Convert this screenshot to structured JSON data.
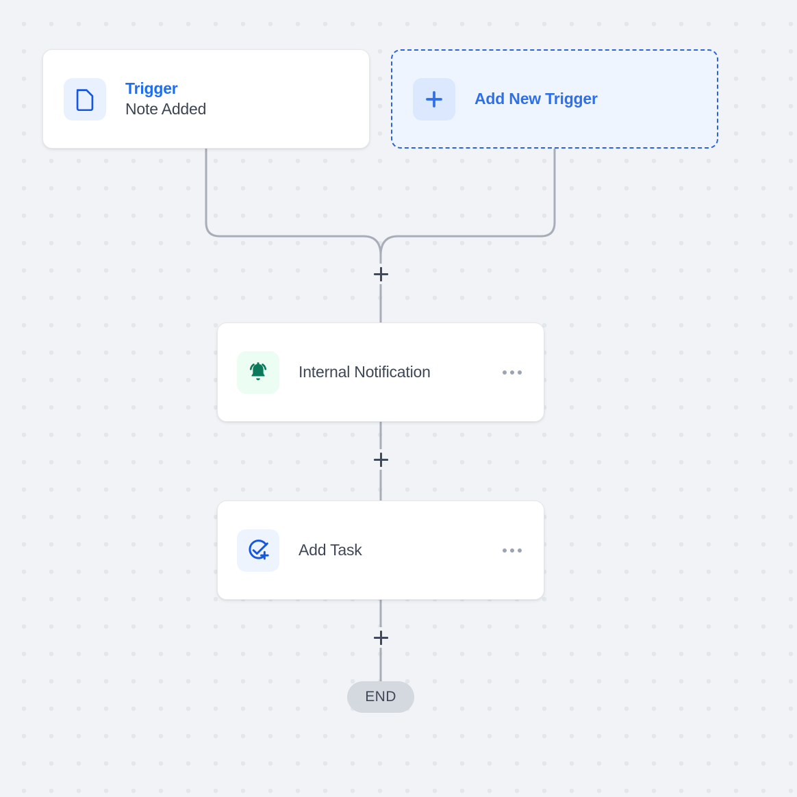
{
  "canvas": {
    "background_color": "#f1f3f6",
    "grid_dot_color": "#e3e6ea"
  },
  "trigger_row": {
    "trigger_card": {
      "icon": "document-icon",
      "kind_label": "Trigger",
      "name_label": "Note Added",
      "kind_color": "#1e6ef0",
      "name_color": "#3d4451"
    },
    "add_trigger_card": {
      "icon": "plus-icon",
      "label": "Add New Trigger",
      "accent_color": "#2f6fe8",
      "background_color": "#eef5fe",
      "border_style": "dashed"
    }
  },
  "nodes": [
    {
      "icon": "bell-icon",
      "label": "Internal Notification",
      "icon_color": "#0a7a5a",
      "icon_background": "#ecfdf4",
      "menu": "more-options"
    },
    {
      "icon": "task-check-plus-icon",
      "label": "Add Task",
      "icon_color": "#1557e0",
      "icon_background": "#eef4fe",
      "menu": "more-options"
    }
  ],
  "connectors": {
    "add_step_label": "+",
    "line_color": "#a8adb8"
  },
  "end_node": {
    "label": "END",
    "background_color": "#d4d8df",
    "text_color": "#3f4757"
  }
}
